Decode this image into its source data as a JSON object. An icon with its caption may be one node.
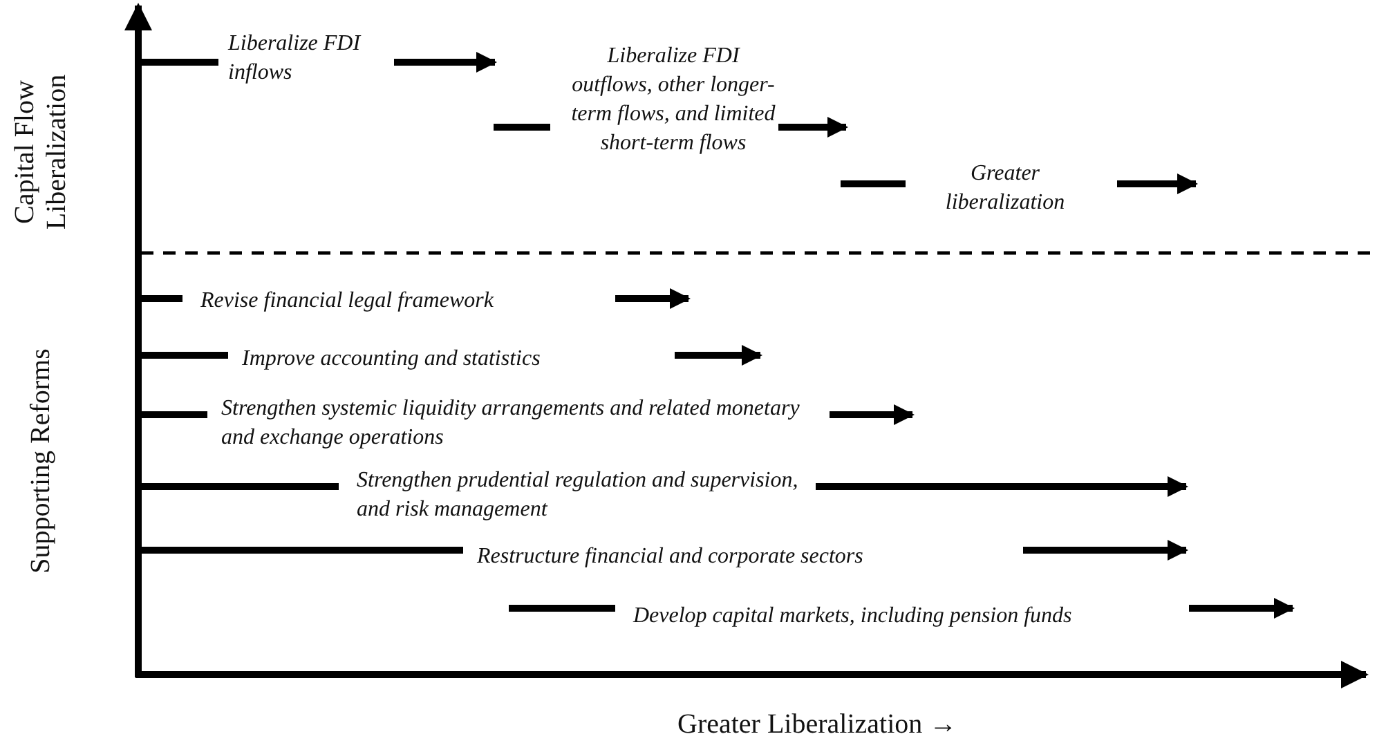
{
  "diagram": {
    "labels": [
      "Capital Flow Liberalization",
      "Liberalize FDI inflows",
      "Liberalize FDI outflows, other longer-term flows, and limited short-term flows",
      "Greater liberalization",
      "Supporting Reforms",
      "Revise financial legal framework",
      "Improve accounting and statistics",
      "Strengthen systemic liquidity arrangements and related monetary and exchange operations",
      "Strengthen prudential regulation and supervision, and risk management",
      "Restructure financial and corporate sectors",
      "Develop capital markets, including pension funds",
      "Greater Liberalization →"
    ]
  }
}
